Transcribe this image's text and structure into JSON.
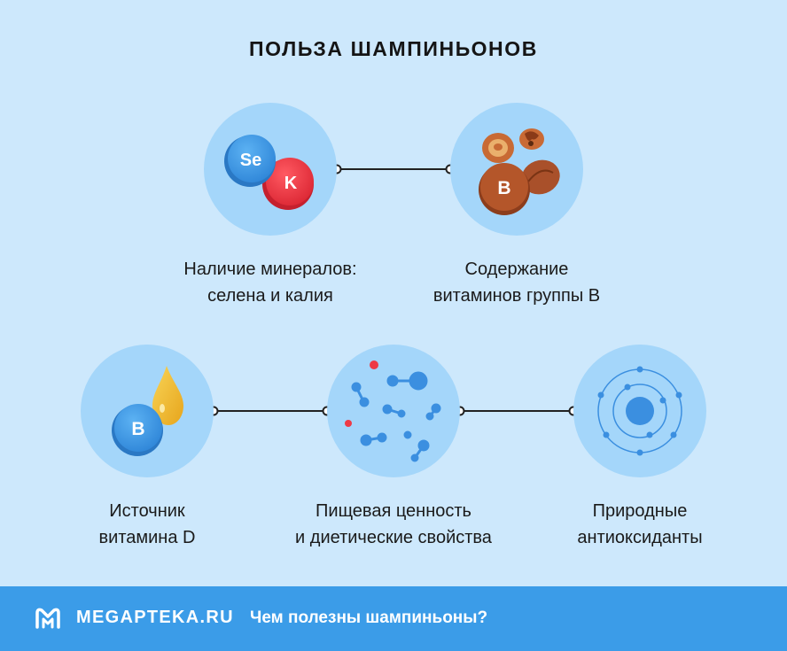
{
  "title": "ПОЛЬЗА ШАМПИНЬОНОВ",
  "items": [
    {
      "line1": "Наличие минералов:",
      "line2": "селена и калия",
      "icon": "selenium-potassium-icon",
      "badges": [
        "Se",
        "K"
      ]
    },
    {
      "line1": "Содержание",
      "line2": "витаминов группы B",
      "icon": "vitamin-b-nuts-icon",
      "badges": [
        "B"
      ]
    },
    {
      "line1": "Источник",
      "line2": "витамина D",
      "icon": "vitamin-d-oil-drop-icon",
      "badges": [
        "B"
      ]
    },
    {
      "line1": "Пищевая ценность",
      "line2": "и диетические свойства",
      "icon": "molecules-icon",
      "badges": []
    },
    {
      "line1": "Природные",
      "line2": "антиоксиданты",
      "icon": "atom-icon",
      "badges": []
    }
  ],
  "footer": {
    "brand": "MEGAPTEKA.RU",
    "title": "Чем полезны шампиньоны?"
  },
  "colors": {
    "background": "#cde8fc",
    "circle": "#a4d6fa",
    "footer": "#3b9ce8",
    "blue_badge": "#3f9ae8",
    "red_badge": "#ee3a46",
    "brown_badge": "#b4562a",
    "gold_drop": "#f2bf32"
  }
}
